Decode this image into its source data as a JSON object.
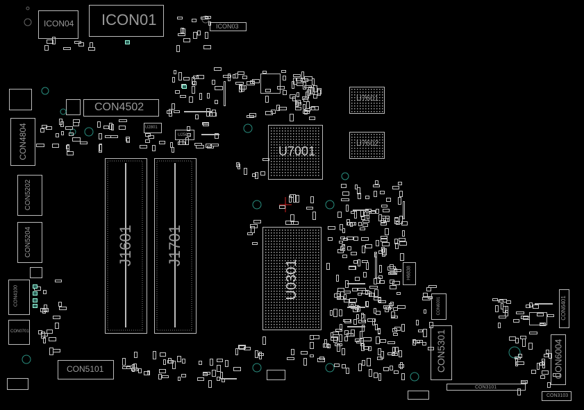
{
  "board": {
    "components": [
      {
        "ref": "ICON04"
      },
      {
        "ref": "ICON01"
      },
      {
        "ref": "ICON03"
      },
      {
        "ref": "CON4502"
      },
      {
        "ref": "CON4804"
      },
      {
        "ref": "CON5202"
      },
      {
        "ref": "CON5204"
      },
      {
        "ref": "CON4100"
      },
      {
        "ref": "CON0701"
      },
      {
        "ref": "CON5101"
      },
      {
        "ref": "J1601"
      },
      {
        "ref": "J1701"
      },
      {
        "ref": "U7001"
      },
      {
        "ref": "U0301"
      },
      {
        "ref": "U7601"
      },
      {
        "ref": "U7602"
      },
      {
        "ref": "U2801"
      },
      {
        "ref": "U2501"
      },
      {
        "ref": "H6838"
      },
      {
        "ref": "CON6001"
      },
      {
        "ref": "CON5301"
      },
      {
        "ref": "CON3101"
      },
      {
        "ref": "CON3103"
      },
      {
        "ref": "CON6004"
      },
      {
        "ref": "CON6401"
      }
    ],
    "colors": {
      "outline": "#bdbdbd",
      "label": "#9a9a9a",
      "hole": "#2a8f80",
      "marker": "#d02020"
    }
  }
}
